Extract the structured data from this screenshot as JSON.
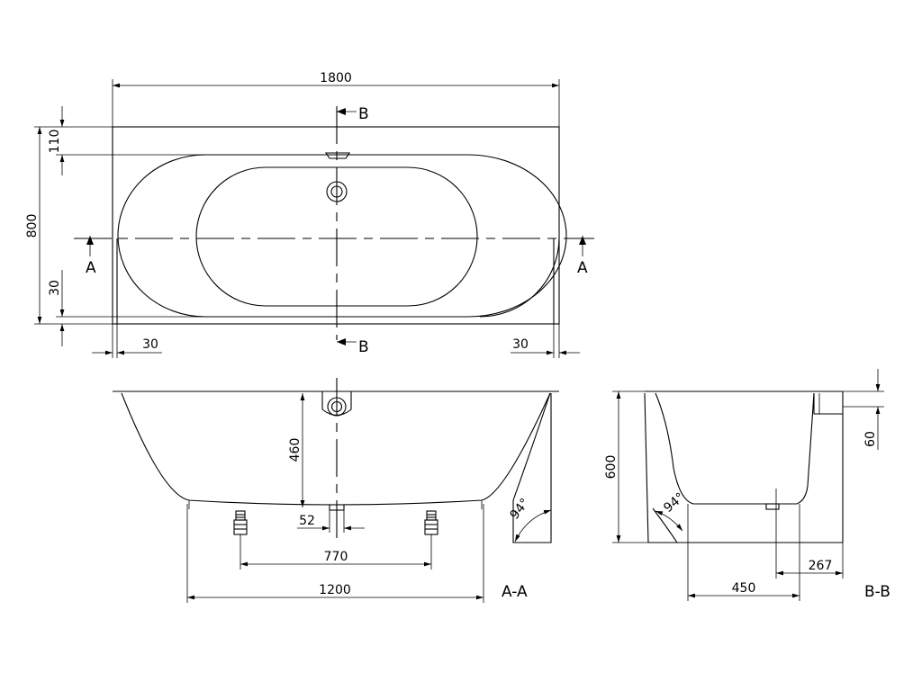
{
  "dimensions": {
    "length": "1800",
    "width": "800",
    "top_rim": "110",
    "bottom_rim": "30",
    "left_gap": "30",
    "right_gap": "30",
    "inner_depth": "460",
    "drain_offset": "52",
    "feet_span": "770",
    "bottom_length": "1200",
    "total_height": "600",
    "rim_height": "60",
    "bottom_width": "450",
    "drain_position": "267",
    "wall_angle": "94°"
  },
  "section_markers": {
    "a": "A",
    "b": "B"
  },
  "section_titles": {
    "aa": "A-A",
    "bb": "B-B"
  }
}
